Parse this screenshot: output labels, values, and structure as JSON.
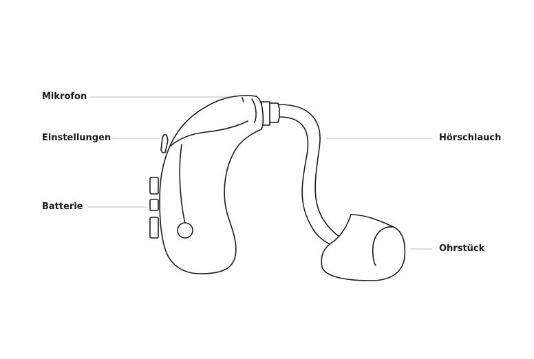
{
  "labels": {
    "mikrofon": "Mikrofon",
    "einstellungen": "Einstellungen",
    "batterie": "Batterie",
    "hoerschlauch": "Hörschlauch",
    "ohrstueck": "Ohrstück"
  },
  "colors": {
    "line": "#1a1a1a",
    "leader": "#bdbdbd",
    "background": "#ffffff"
  }
}
